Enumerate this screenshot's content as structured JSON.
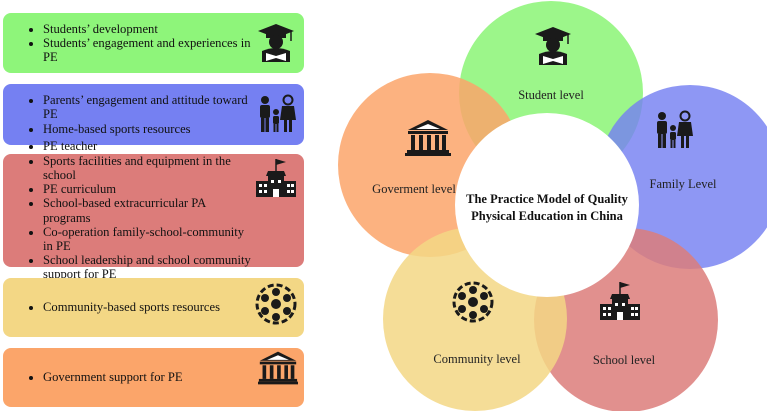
{
  "boxes": {
    "student": {
      "color": "#8ef57a",
      "icon": "student-reading-icon",
      "items": [
        "Students’ development",
        "Students’ engagement and experiences in PE"
      ]
    },
    "family": {
      "color": "#7580f2",
      "icon": "family-icon",
      "items": [
        "Parents’ engagement and attitude toward PE",
        "Home-based sports resources"
      ]
    },
    "school": {
      "color": "#dc7c7a",
      "icon": "school-building-icon",
      "items": [
        "PE teacher",
        "Sports facilities and equipment in the school",
        "PE curriculum",
        "School-based extracurricular PA programs",
        "Co-operation family-school-community in  PE",
        "School leadership and school community support for PE"
      ]
    },
    "community": {
      "color": "#f3d785",
      "icon": "community-icon",
      "items": [
        "Community-based sports resources"
      ]
    },
    "government": {
      "color": "#fba56a",
      "icon": "government-building-icon",
      "items": [
        "Government support for PE"
      ]
    }
  },
  "diagram": {
    "center_title_line1": "The Practice Model of Quality",
    "center_title_line2": "Physical Education in China",
    "student_level": "Student level",
    "family_level": "Family Level",
    "school_level": "School level",
    "community_level": "Community level",
    "government_level": "Goverment level",
    "colors": {
      "student": "#8ef57a",
      "family": "#7580f2",
      "school": "#dc7c7a",
      "community": "#f3d785",
      "government": "#fba56a"
    }
  }
}
